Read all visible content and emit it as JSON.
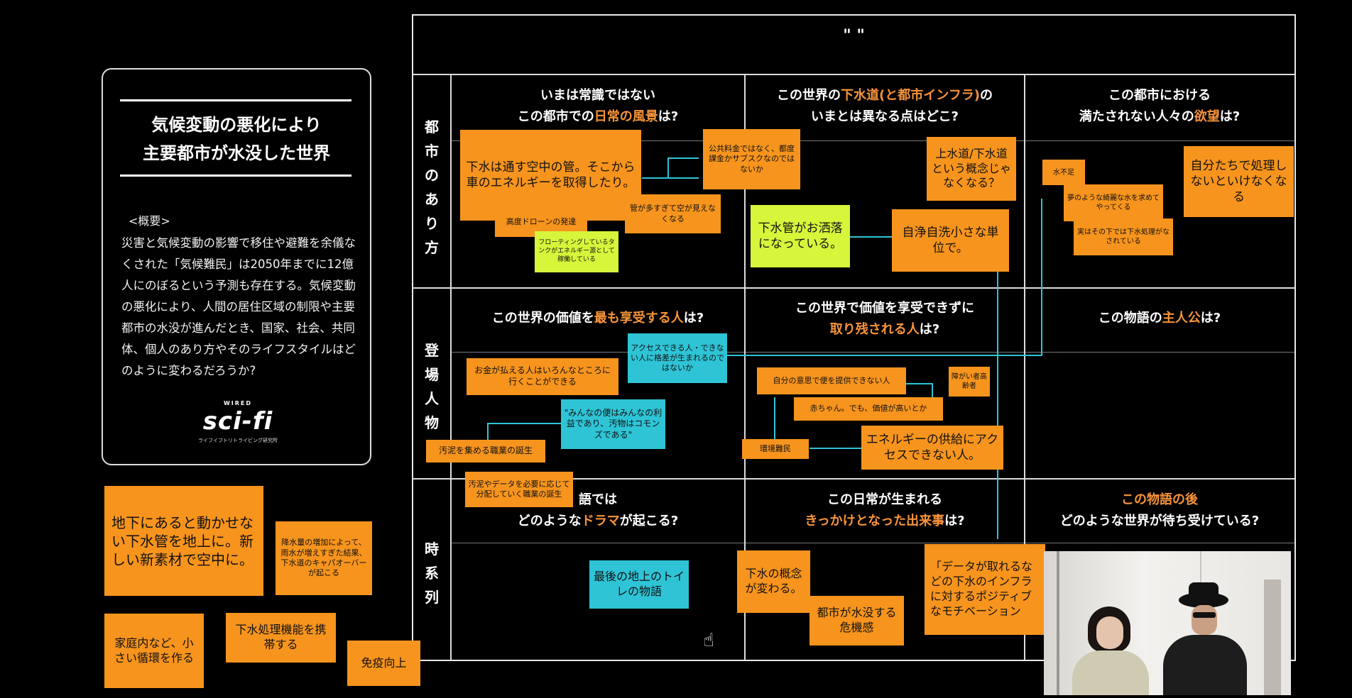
{
  "panel": {
    "title_line1": "気候変動の悪化により",
    "title_line2": "主要都市が水没した世界",
    "summary_heading": "<概要>",
    "summary": "災害と気候変動の影響で移住や避難を余儀なくされた「気候難民」は2050年までに12億人にのぼるという予測も存在する。気候変動の悪化により、人間の居住区域の制限や主要都市の水没が進んだとき、国家、社会、共同体、個人のあり方やそのライフスタイルはどのように変わるだろうか?",
    "logo_small": "WIRED",
    "logo": "sci-fi",
    "logo_sub": "ライフイフトリトライビング研究所"
  },
  "grid": {
    "title": "\"            \"",
    "rows": [
      "都市のあり方",
      "登場人物",
      "時系列"
    ],
    "col_heads": {
      "r1c1": {
        "a": "いまは常識ではない",
        "b": "この都市での",
        "hl": "日常の風景",
        "c": "は?"
      },
      "r1c2": {
        "a": "この世界の",
        "hl": "下水道(と都市インフラ)",
        "b": "の",
        "c": "いまとは異なる点はどこ?"
      },
      "r1c3": {
        "a": "この都市における",
        "b": "満たされない人々の",
        "hl": "欲望",
        "c": "は?"
      },
      "r2c1": {
        "a": "この世界の価値を",
        "hl": "最も享受する人",
        "b": "は?"
      },
      "r2c2": {
        "a": "この世界で価値を享受できずに",
        "hl": "取り残される人",
        "b": "は?"
      },
      "r2c3": {
        "a": "この物語の",
        "hl": "主人公",
        "b": "は?"
      },
      "r3c1": {
        "a": "語では",
        "b": "どのような",
        "hl": "ドラマ",
        "c": "が起こる?"
      },
      "r3c2": {
        "a": "この日常が生まれる",
        "hl": "きっかけとなった出来事",
        "b": "は?"
      },
      "r3c3": {
        "hl": "この物語の後",
        "b": "どのような世界が待ち受けている?"
      }
    }
  },
  "notes": {
    "n1": "下水は通す空中の管。そこから車のエネルギーを取得したり。",
    "n2": "公共料金ではなく、都度課金かサブスクなのではないか",
    "n3": "高度ドローンの発達",
    "n4": "管が多すぎて空が見えなくなる",
    "n5": "フローティングしているタンクがエネルギー源として稼働している",
    "n6": "下水管がお洒落になっている。",
    "n7": "上水道/下水道という概念じゃなくなる？",
    "n8": "自浄自洗小さな単位で。",
    "n9": "水不足",
    "n10": "夢のような綺麗な水を求めてやってくる",
    "n11": "実はその下では下水処理がなされている",
    "n12": "自分たちで処理しないといけなくなる",
    "n13": "アクセスできる人・できない人に格差が生まれるのではないか",
    "n14": "お金が払える人はいろんなところに行くことができる",
    "n15": "\"みんなの便はみんなの利益であり、汚物はコモンズである\"",
    "n16": "汚泥を集める職業の誕生",
    "n17": "汚泥やデータを必要に応じて分配していく職業の誕生",
    "n18": "自分の意思で便を提供できない人",
    "n19": "障がい者高齢者",
    "n20": "赤ちゃん。でも、価値が高いとか",
    "n21": "環境難民",
    "n22": "エネルギーの供給にアクセスできない人。",
    "n23": "最後の地上のトイレの物語",
    "n24": "下水の概念が変わる。",
    "n25": "都市が水没する危機感",
    "n26": "「データが取れるなどの下水のインフラに対するポジティブなモチベーション",
    "n27": "地下にあると動かせない下水管を地上に。新しい新素材で空中に。",
    "n28": "降水量の増加によって、雨水が増えすぎた結果、下水道のキャパオーバーが起こる",
    "n29": "家庭内など、小さい循環を作る",
    "n30": "下水処理機能を携帯する",
    "n31": "免疫向上"
  },
  "colors": {
    "note_orange": "#f7941d",
    "note_cyan": "#2ec4d6",
    "note_lime": "#d6f53b",
    "highlight": "#f7943b"
  }
}
